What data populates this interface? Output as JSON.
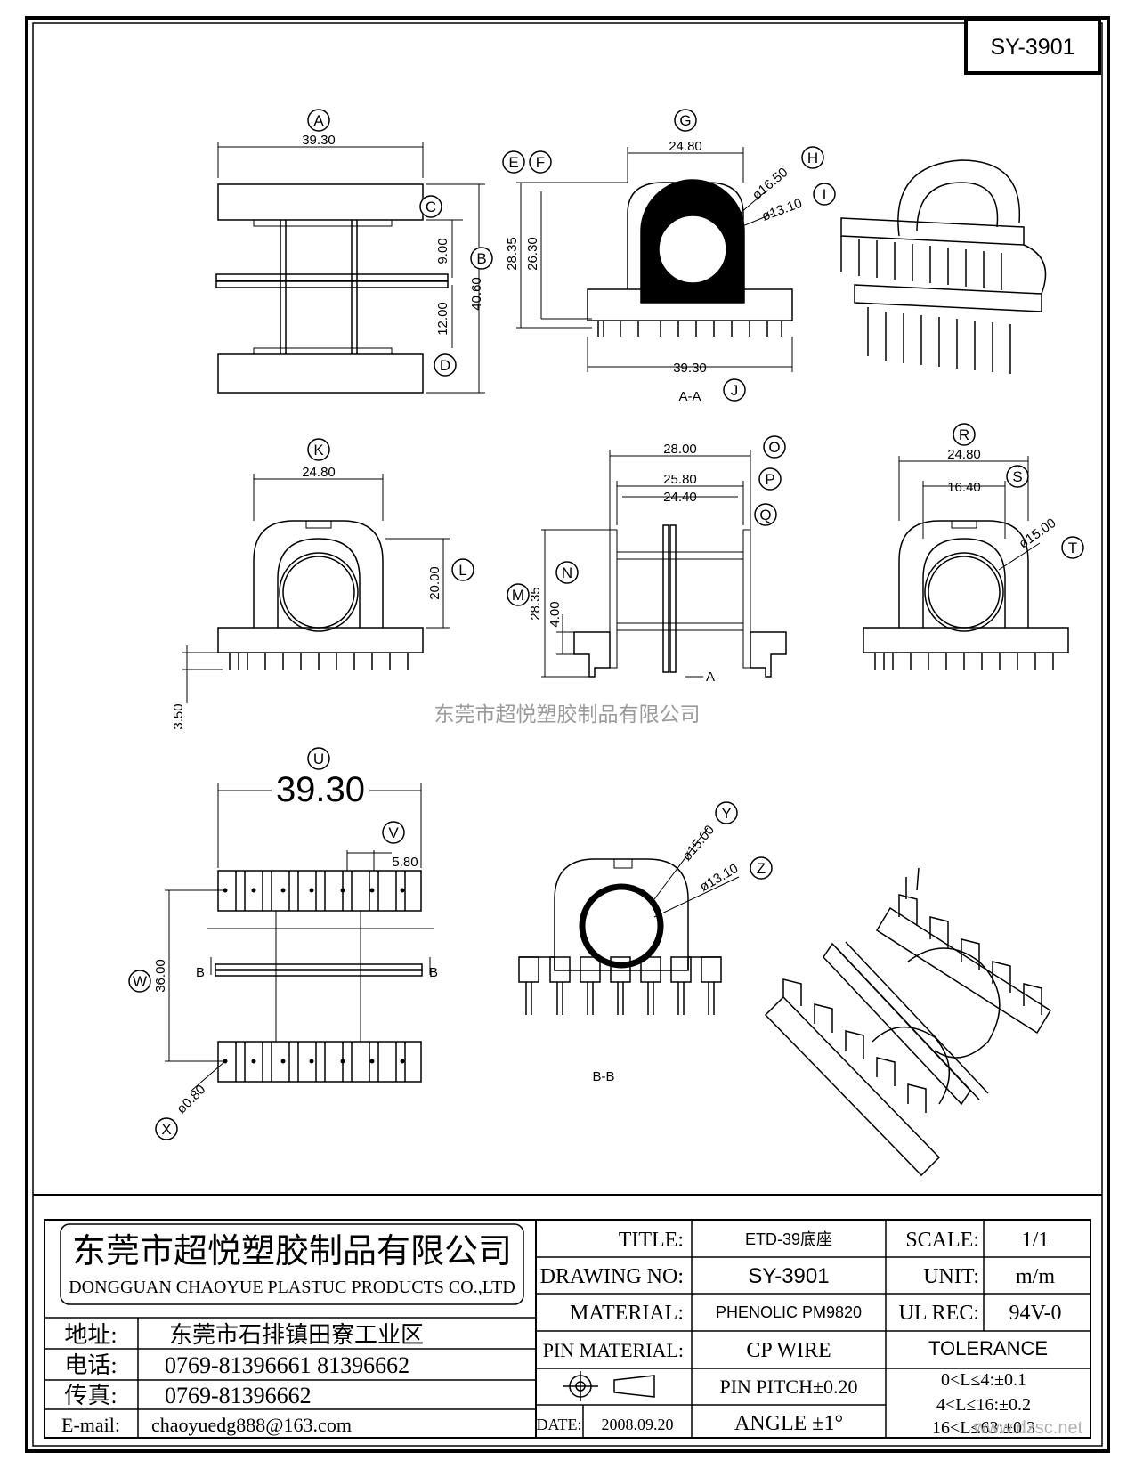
{
  "part_no_box": "SY-3901",
  "watermark": "东莞市超悦塑胶制品有限公司",
  "balloons": [
    "A",
    "B",
    "C",
    "D",
    "E",
    "F",
    "G",
    "H",
    "I",
    "J",
    "K",
    "L",
    "M",
    "N",
    "O",
    "P",
    "Q",
    "R",
    "S",
    "T",
    "U",
    "V",
    "W",
    "X",
    "Y",
    "Z"
  ],
  "dims": {
    "a": "39.30",
    "b": "40.60",
    "c": "9.00",
    "d": "12.00",
    "g": "24.80",
    "ef1": "28.35",
    "ef2": "26.30",
    "h": "ø16.50",
    "i": "ø13.10",
    "j": "39.30",
    "k": "24.80",
    "l": "20.00",
    "k_pin": "3.50",
    "o": "28.00",
    "p": "25.80",
    "q": "24.40",
    "m": "28.35",
    "n": "4.00",
    "r": "24.80",
    "s": "16.40",
    "t": "ø15.00",
    "u": "39.30",
    "v": "5.80",
    "w": "36.00",
    "x": "ø0.80",
    "y": "ø15.00",
    "z": "ø13.10"
  },
  "section_labels": {
    "aa": "A-A",
    "bb": "B-B",
    "a_mark": "A",
    "b_mark": "B"
  },
  "title_block": {
    "company_cn": "东莞市超悦塑胶制品有限公司",
    "company_en": "DONGGUAN CHAOYUE PLASTUC PRODUCTS CO.,LTD",
    "address_label": "地址:",
    "address": "东莞市石排镇田寮工业区",
    "phone_label": "电话:",
    "phone": "0769-81396661   81396662",
    "fax_label": "传真:",
    "fax": "0769-81396662",
    "email_label": "E-mail:",
    "email": "chaoyuedg888@163.com",
    "title_label": "TITLE:",
    "title_value": "ETD-39底座",
    "scale_label": "SCALE:",
    "scale_value": "1/1",
    "drawing_no_label": "DRAWING NO:",
    "drawing_no_value": "SY-3901",
    "unit_label": "UNIT:",
    "unit_value": "m/m",
    "material_label": "MATERIAL:",
    "material_value": "PHENOLIC PM9820",
    "ul_label": "UL REC:",
    "ul_value": "94V-0",
    "pin_material_label": "PIN MATERIAL:",
    "pin_material_value": "CP WIRE",
    "tolerance_label": "TOLERANCE",
    "pin_pitch": "PIN PITCH±0.20",
    "angle": "ANGLE  ±1°",
    "date_label": "DATE:",
    "date_value": "2008.09.20",
    "tol1": "0<L≤4:±0.1",
    "tol2": "4<L≤16:±0.2",
    "tol3": "16<L≤63:±0.3",
    "site": "www.dzsc.net"
  }
}
